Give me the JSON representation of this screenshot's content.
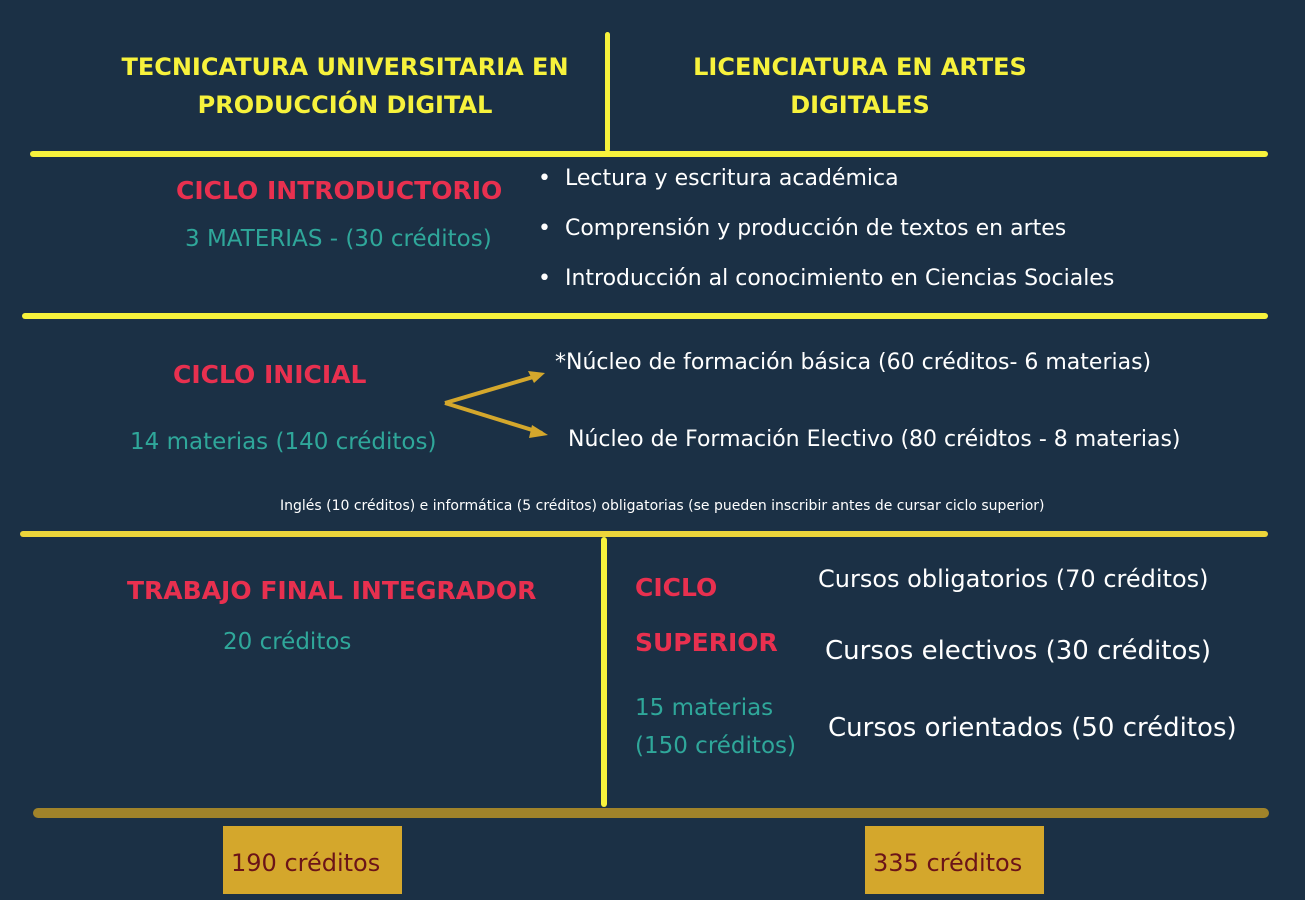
{
  "header": {
    "left": "TECNICATURA UNIVERSITARIA EN PRODUCCIÓN DIGITAL",
    "right": "LICENCIATURA EN ARTES DIGITALES"
  },
  "intro": {
    "title": "CICLO INTRODUCTORIO",
    "sub": "3 MATERIAS -  (30 créditos)",
    "items": [
      "Lectura y escritura académica",
      "Comprensión y producción de textos en artes",
      "Introducción al conocimiento en Ciencias Sociales"
    ]
  },
  "inicial": {
    "title": "CICLO INICIAL",
    "sub": "14 materias (140 créditos)",
    "branch1": "*Núcleo de formación básica (60 créditos- 6 materias)",
    "branch2": "Núcleo de Formación Electivo (80 créidtos - 8 materias)",
    "note": "Inglés  (10 créditos) e informática (5 créditos) obligatorias  (se pueden inscribir antes de cursar ciclo superior)"
  },
  "tfi": {
    "title": "TRABAJO FINAL INTEGRADOR",
    "sub": "20 créditos"
  },
  "superior": {
    "title1": "CICLO",
    "title2": "SUPERIOR",
    "sub1": "15 materias",
    "sub2": "(150 créditos)",
    "items": [
      "Cursos obligatorios (70 créditos)",
      "Cursos electivos (30 créditos)",
      "Cursos orientados (50 créditos)"
    ]
  },
  "totals": {
    "left": "190 créditos",
    "right": "335 créditos"
  },
  "colors": {
    "bg": "#1b3045",
    "yellow": "#f7f23c",
    "red": "#e8304f",
    "teal": "#2fa79a",
    "gold": "#d4a72c"
  }
}
